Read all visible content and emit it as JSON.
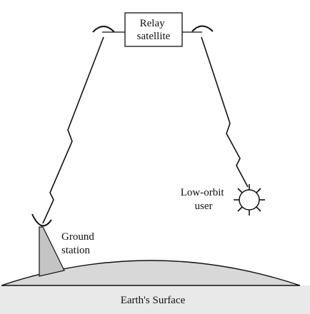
{
  "diagram": {
    "satellite_label": [
      "Relay",
      "satellite"
    ],
    "user_label": [
      "Low-orbit",
      "user"
    ],
    "ground_label": [
      "Ground",
      "station"
    ],
    "surface_label": "Earth's Surface"
  },
  "colors": {
    "background": "#ffffff",
    "line": "#111111",
    "earth_fill": "#d8d8d8",
    "ground_bar": "#e9e9e9",
    "tower_fill": "#c4c4c4"
  }
}
